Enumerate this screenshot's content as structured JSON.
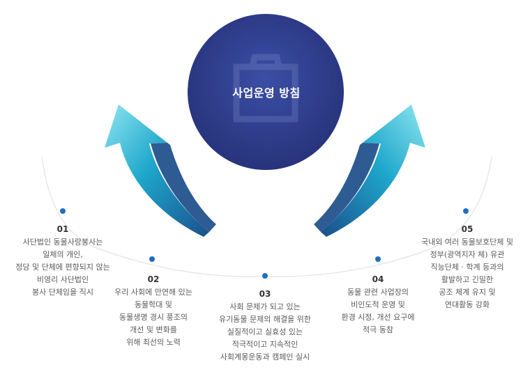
{
  "center": {
    "title": "사업운영 방침",
    "icon": "clipboard-icon"
  },
  "colors": {
    "center_circle": "#2f3e8f",
    "arrow_light": "#2ec3d8",
    "arrow_dark": "#1a5a96",
    "dot": "#1e6fc2",
    "arc": "#e6e6e6"
  },
  "items": [
    {
      "number": "01",
      "text": "사단법인 동물사랑봉사는\n일체의 개인,\n정당 및 단체에 편향되지 않는\n비영리 사단법인\n봉사 단체임을 직시"
    },
    {
      "number": "02",
      "text": "우리 사회에 만연해 있는\n동물학대 및\n동물생명 경시 풍조의\n개선 및 변화를\n위해 최선의 노력"
    },
    {
      "number": "03",
      "text": "사회 문제가 되고 있는\n유기동물 문제의 해결을 위한\n실질적이고 실효성 있는\n적극적이고 지속적인\n사회계몽운동과 캠페인 실시"
    },
    {
      "number": "04",
      "text": "동물 관련 사업장의\n비인도적 운영 및\n환경 시정, 개선 요구에\n적극 동참"
    },
    {
      "number": "05",
      "text": "국내외 여러 동물보호단체 및\n정부(광역지자 체) 유관\n직능단체 · 학계 등과의\n활발하고 긴밀한\n공조 체계 유지 및\n연대활동 강화"
    }
  ]
}
